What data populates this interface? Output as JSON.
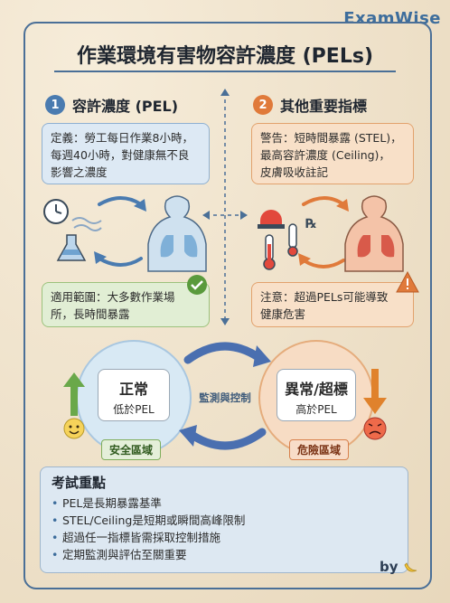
{
  "brand": "ExamWise",
  "title": "作業環境有害物容許濃度 (PELs)",
  "section1": {
    "number": "1",
    "heading": "容許濃度 (PEL)",
    "definition_lines": [
      "定義：勞工每日作業8小時，",
      "每週40小時，對健康無不良",
      "影響之濃度"
    ],
    "scope_lines": [
      "適用範圍：大多數作業場",
      "所，長時間暴露"
    ]
  },
  "section2": {
    "number": "2",
    "heading": "其他重要指標",
    "warning_lines": [
      "警告：短時間暴露 (STEL)，",
      "最高容許濃度 (Ceiling)，",
      "皮膚吸收註記"
    ],
    "note_lines": [
      "注意：超過PELs可能導致",
      "健康危害"
    ]
  },
  "cycle": {
    "normal_title": "正常",
    "normal_sub": "低於PEL",
    "normal_zone": "安全區域",
    "abnormal_title": "異常/超標",
    "abnormal_sub": "高於PEL",
    "abnormal_zone": "危險區域",
    "center_label": "監測與控制"
  },
  "key_points": {
    "title": "考試重點",
    "items": [
      "PEL是長期暴露基準",
      "STEL/Ceiling是短期或瞬間高峰限制",
      "超過任一指標皆需採取控制措施",
      "定期監測與評估至關重要"
    ]
  },
  "signature": "by",
  "colors": {
    "accent_blue": "#3d6d9c",
    "accent_orange": "#e07a3a",
    "safe_green": "#5a9a3c",
    "danger_red": "#d0403a"
  }
}
